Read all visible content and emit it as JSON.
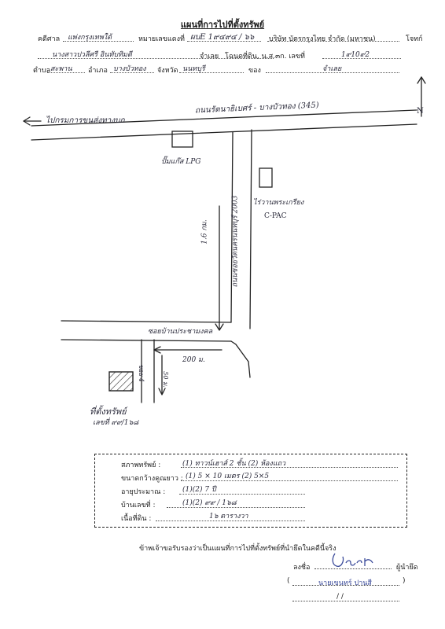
{
  "header": {
    "title": "แผนที่การไปที่ตั้งทรัพย์",
    "case_court_label": "คดีศาล",
    "case_court_value": "แพ่งกรุงเทพใต้",
    "case_number_label": "หมายเลขแดงที่",
    "case_number_value": "ผบE 1๙๔๙๔ / ๖๖",
    "plaintiff": "บริษัท บัตรกรุงไทย จำกัด (มหาชน)",
    "plaintiff_label": "โจทก์",
    "defendant_value": "นางสาวปวลีศรี อินทับทิมดี",
    "defendant_label": "จำเลย",
    "deed_label": "โฉนดที่ดิน, น.ส.๓ก. เลขที่",
    "deed_value": "1๙10๙2",
    "subdistrict_label": "ตำบล",
    "subdistrict_value": "สะพาน",
    "district_label": "อำเภอ",
    "district_value": "บางบัวทอง",
    "province_label": "จังหวัด",
    "province_value": "นนทบุรี",
    "owner_label": "ของ",
    "owner_value": "จำเลย"
  },
  "map": {
    "road_main": "ถนนรัตนาธิเบศร์ - บางบัวทอง (345)",
    "to_left": "ไปกรมการขนส่งทางบก",
    "north": "N",
    "lpg_label": "ปั๊มแก๊ส LPG",
    "restaurant_label": "ไร่วานพระเกรียง",
    "cpac_label": "C-PAC",
    "road_side": "ถนนซอยวัดนครนนทบุรี 2003",
    "dist_side": "1.6 กม.",
    "soi_label": "ซอยบ้านประชามงคล",
    "dist_soi": "200 ม.",
    "soi_sub": "ซอย 4",
    "dist_sub": "50 ม.",
    "property_label": "ที่ตั้งทรัพย์",
    "house_no_label": "เลขที่ ๙๙/1๖๘"
  },
  "details": {
    "type_label": "สภาพทรัพย์ :",
    "type_value": "(1) ทาวน์เฮาส์ 2 ชั้น  (2) ห้องแถว",
    "size_label": "ขนาดกว้างคูณยาว :",
    "size_value": "(1)  5 × 10  เมตร  (2)  5×5",
    "age_label": "อายุประมาณ :",
    "age_value": "(1)(2)        7 ปี",
    "house_label": "บ้านเลขที่ :",
    "house_value": "(1)(2)     ๙๙ / 1๖๘",
    "area_label": "เนื้อที่ดิน :",
    "area_value": "1๖  ตารางวา"
  },
  "certify": {
    "statement": "ข้าพเจ้าขอรับรองว่าเป็นแผนที่การไปที่ตั้งทรัพย์ที่นำยึดในคดีนี้จริง",
    "sign_label": "ลงชื่อ",
    "role_label": "ผู้นำยึด",
    "signer_name": "นายเขนทร์ ปานสี",
    "date_placeholder": "/          /"
  }
}
